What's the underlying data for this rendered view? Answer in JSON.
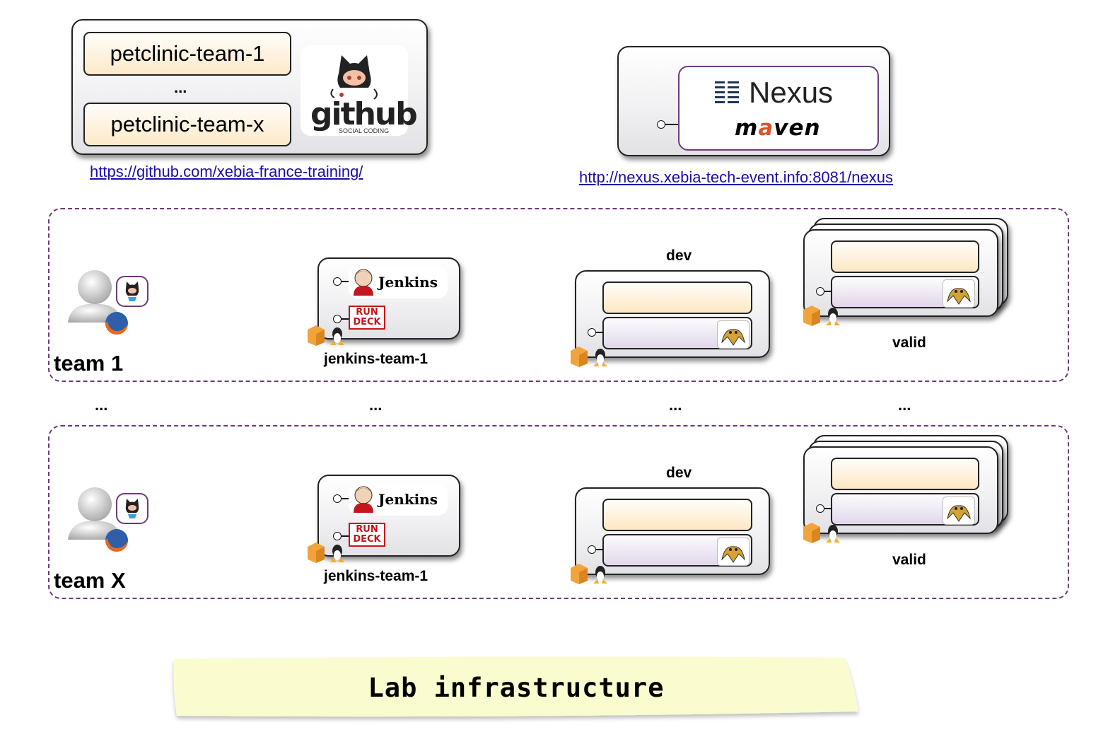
{
  "github": {
    "repos": [
      "petclinic-team-1",
      "...",
      "petclinic-team-x"
    ],
    "logo_text": "github",
    "logo_subtext": "SOCIAL CODING",
    "url": "https://github.com/xebia-france-training/"
  },
  "nexus": {
    "logo_text": "Nexus",
    "maven_prefix": "m",
    "maven_accent": "a",
    "maven_suffix": "ven",
    "url": "http://nexus.xebia-tech-event.info:8081/nexus"
  },
  "teams": [
    {
      "label": "team 1",
      "jenkins_text": "Jenkins",
      "rundeck_top": "RUN",
      "rundeck_bottom": "DECK",
      "jenkins_caption": "jenkins-team-1",
      "dev_caption": "dev",
      "valid_caption": "valid"
    },
    {
      "label": "team X",
      "jenkins_text": "Jenkins",
      "rundeck_top": "RUN",
      "rundeck_bottom": "DECK",
      "jenkins_caption": "jenkins-team-1",
      "dev_caption": "dev",
      "valid_caption": "valid"
    }
  ],
  "separator_dots": [
    "...",
    "...",
    "...",
    "..."
  ],
  "banner": {
    "title": "Lab infrastructure"
  },
  "colors": {
    "zone_border": "#6b3a78",
    "link": "#1a0dab",
    "banner_bg": "#fbfbd0",
    "orange_bar": "#fde7c2",
    "purple_bar": "#e2d6ea"
  }
}
